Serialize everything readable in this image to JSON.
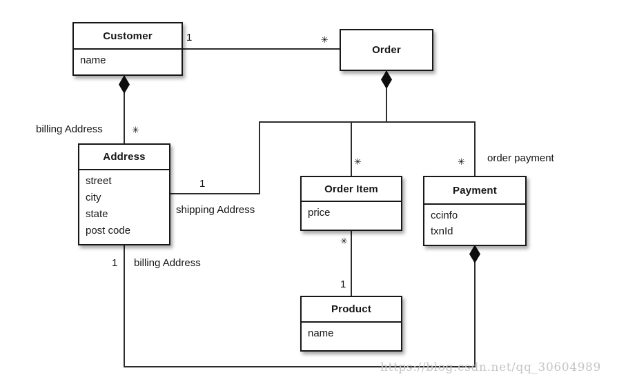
{
  "classes": {
    "customer": {
      "title": "Customer",
      "attributes": [
        "name"
      ]
    },
    "order": {
      "title": "Order",
      "attributes": []
    },
    "address": {
      "title": "Address",
      "attributes": [
        "street",
        "city",
        "state",
        "post code"
      ]
    },
    "order_item": {
      "title": "Order Item",
      "attributes": [
        "price"
      ]
    },
    "payment": {
      "title": "Payment",
      "attributes": [
        "ccinfo",
        "txnId"
      ]
    },
    "product": {
      "title": "Product",
      "attributes": [
        "name"
      ]
    }
  },
  "relationships": {
    "customer_order": {
      "customer_end": "1",
      "order_end": "✳"
    },
    "customer_address": {
      "label": "billing Address",
      "address_end": "✳"
    },
    "order_shipping_address": {
      "address_end": "1",
      "label": "shipping Address"
    },
    "order_order_item": {
      "order_item_end": "✳"
    },
    "order_payment": {
      "payment_end": "✳",
      "label": "order payment"
    },
    "order_item_product": {
      "order_item_end": "✳",
      "product_end": "1"
    },
    "payment_billing_address": {
      "address_end": "1",
      "label": "billing Address"
    }
  },
  "watermark": "https://blog.csdn.net/qq_30604989",
  "colors": {
    "line": "#2c2c2c",
    "border": "#171717",
    "watermark": "#c6c5c1"
  }
}
